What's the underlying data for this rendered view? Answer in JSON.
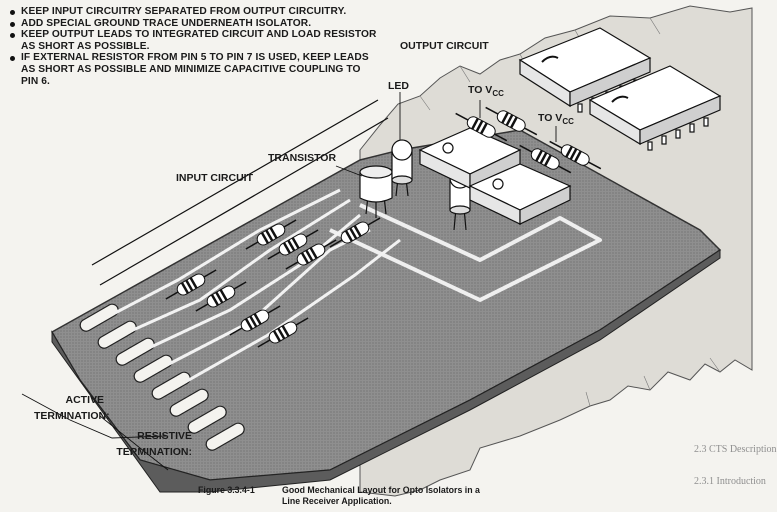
{
  "notes": [
    "KEEP INPUT CIRCUITRY SEPARATED FROM OUTPUT CIRCUITRY.",
    "ADD SPECIAL GROUND TRACE UNDERNEATH ISOLATOR.",
    "KEEP OUTPUT LEADS TO INTEGRATED CIRCUIT AND LOAD RESISTOR AS SHORT AS POSSIBLE.",
    "IF EXTERNAL RESISTOR FROM PIN 5 TO PIN 7 IS USED, KEEP LEADS AS SHORT AS POSSIBLE AND MINIMIZE CAPACITIVE COUPLING TO PIN 6."
  ],
  "labels": {
    "output_circuit": "OUTPUT CIRCUIT",
    "led": "LED",
    "to_vcc_1": "TO V",
    "to_vcc_2": "TO V",
    "vcc_sub": "CC",
    "transistor": "TRANSISTOR",
    "input_circuit": "INPUT CIRCUIT",
    "active_termination": "ACTIVE TERMINATION:",
    "resistive_termination": "RESISTIVE TERMINATION:"
  },
  "caption": {
    "number": "Figure 3.3.4-1",
    "title_line1": "Good Mechanical Layout for Opto Isolators in a",
    "title_line2": "Line Receiver Application."
  },
  "bleed_text": {
    "line1": "2.3   CTS Description",
    "line2": "2.3.1   Introduction"
  },
  "colors": {
    "ink": "#111111",
    "board": "#8d8d8d",
    "board_edge": "#6e6e6e",
    "paper": "#f4f3ef",
    "component": "#ffffff"
  }
}
